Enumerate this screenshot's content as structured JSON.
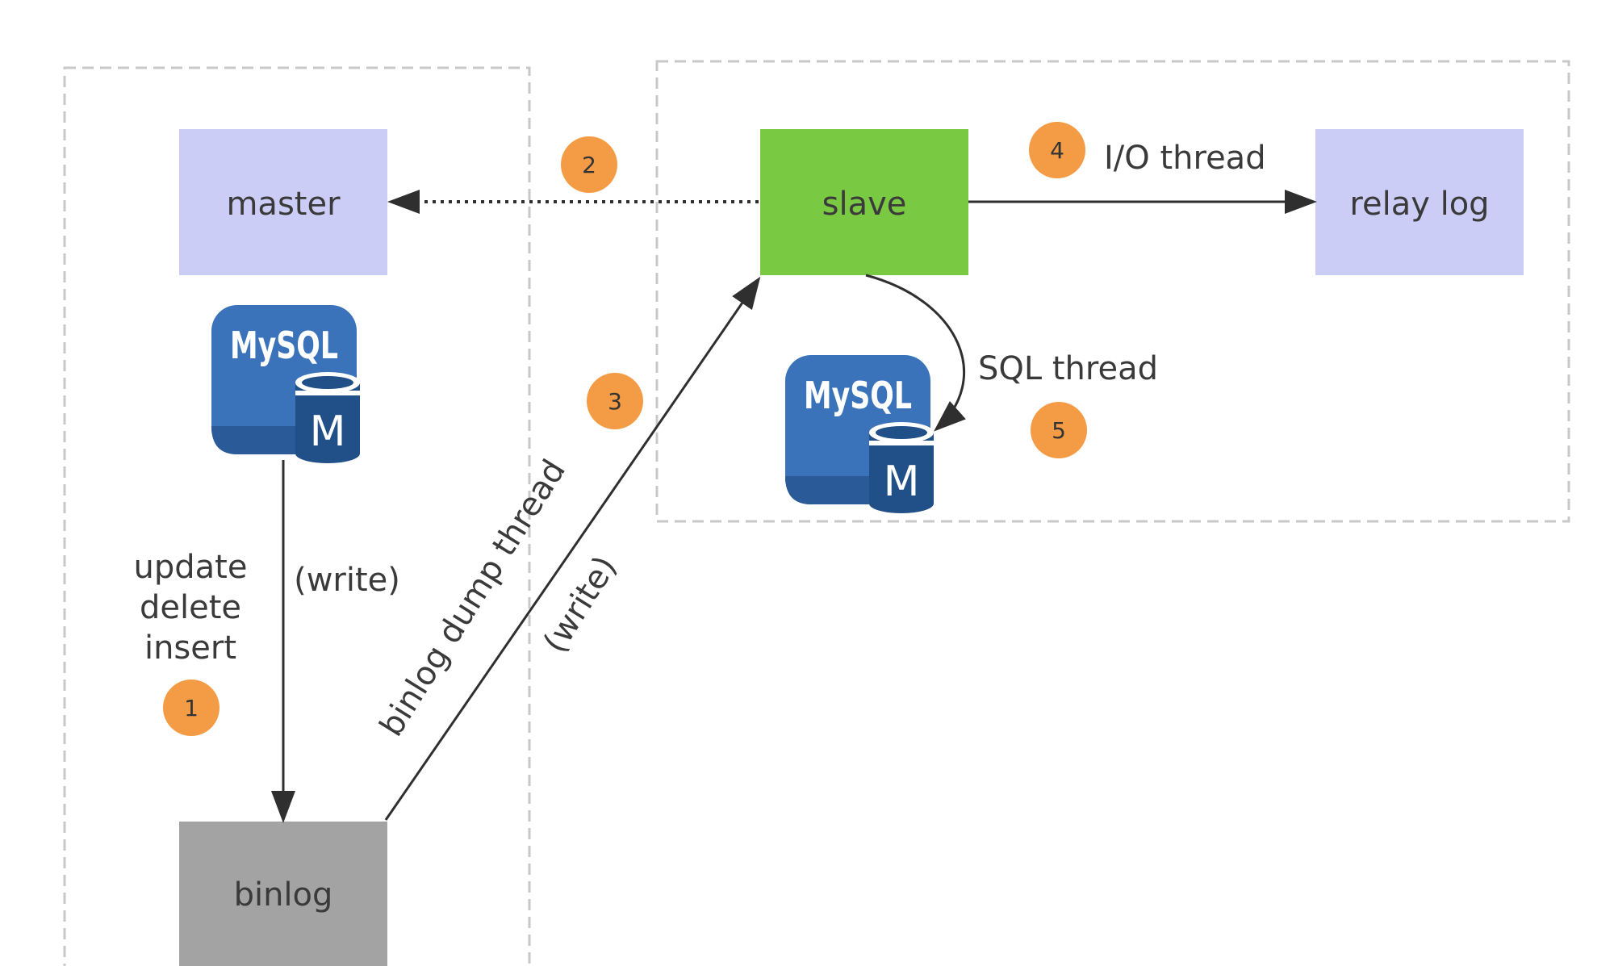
{
  "nodes": {
    "master": "master",
    "slave": "slave",
    "relay_log": "relay log",
    "binlog": "binlog"
  },
  "logos": {
    "master_db": {
      "word": "MySQL",
      "badge": "M"
    },
    "slave_db": {
      "word": "MySQL",
      "badge": "M"
    }
  },
  "edges": {
    "ops": [
      "update",
      "delete",
      "insert"
    ],
    "write_master": "(write)",
    "binlog_dump": "binlog dump thread",
    "write_dump": "(write)",
    "io_thread": "I/O thread",
    "sql_thread": "SQL thread"
  },
  "steps": [
    "1",
    "2",
    "3",
    "4",
    "5"
  ],
  "colors": {
    "node_light": "#cccdf6",
    "node_slave": "#7ac943",
    "node_binlog": "#a3a3a3",
    "step_badge": "#f39c45",
    "logo_blue": "#3b73bb",
    "logo_dark": "#214f88",
    "arrow": "#2f2f2f",
    "group_border": "#c8c8c8"
  }
}
